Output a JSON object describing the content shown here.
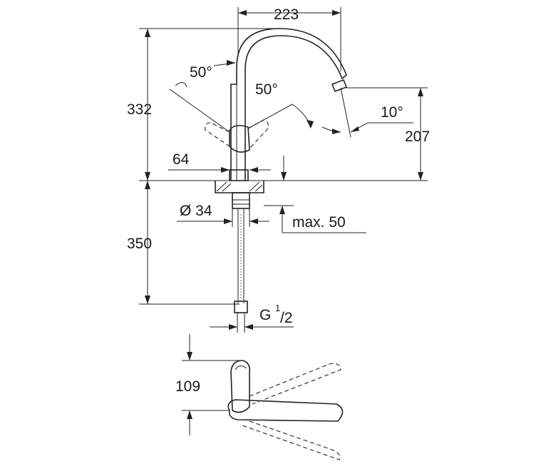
{
  "dimensions": {
    "spout_reach": "223",
    "total_height": "332",
    "lever_angle_left": "50°",
    "lever_angle_right": "50°",
    "spout_tilt": "10°",
    "outlet_height": "207",
    "lever_offset": "64",
    "shank_diameter": "Ø 34",
    "max_counter_thickness": "max. 50",
    "hose_length": "350",
    "connection_thread_main": "G",
    "connection_thread_num": "1",
    "connection_thread_den": "/2",
    "top_view_depth": "109"
  }
}
